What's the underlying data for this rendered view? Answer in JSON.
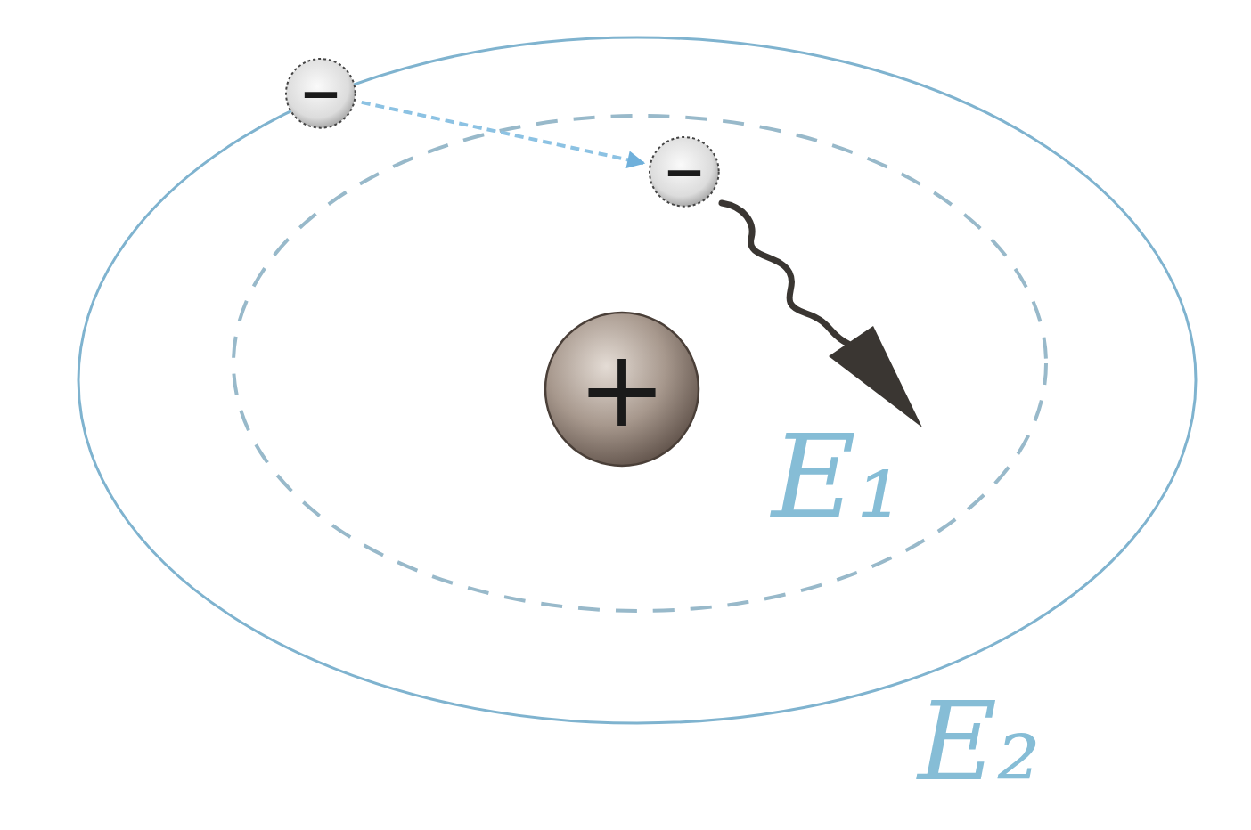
{
  "diagram": {
    "nodes": [
      {
        "text": [
          "−"
        ]
      },
      {
        "text": [
          "−"
        ]
      },
      {
        "text": [
          "+"
        ]
      }
    ],
    "edges": [
      {
        "from": 0,
        "to": 1,
        "arrow": "to"
      }
    ],
    "labels": [
      "E₁",
      "E₂"
    ]
  }
}
